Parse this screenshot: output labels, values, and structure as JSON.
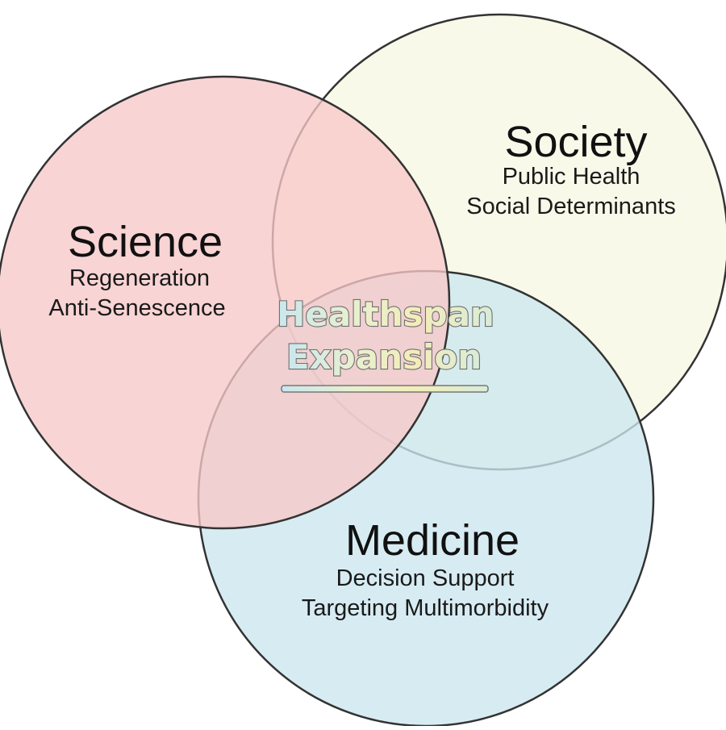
{
  "diagram": {
    "type": "venn",
    "sets": [
      {
        "id": "science",
        "title": "Science",
        "items": [
          "Regeneration",
          "Anti-Senescence"
        ],
        "fill": "#f7c8c8"
      },
      {
        "id": "society",
        "title": "Society",
        "items": [
          "Public Health",
          "Social Determinants"
        ],
        "fill": "#f8f8e6"
      },
      {
        "id": "medicine",
        "title": "Medicine",
        "items": [
          "Decision Support",
          "Targeting Multimorbidity"
        ],
        "fill": "#cce7ee"
      }
    ],
    "center": {
      "lines": [
        "Healthspan",
        "Expansion"
      ]
    }
  }
}
